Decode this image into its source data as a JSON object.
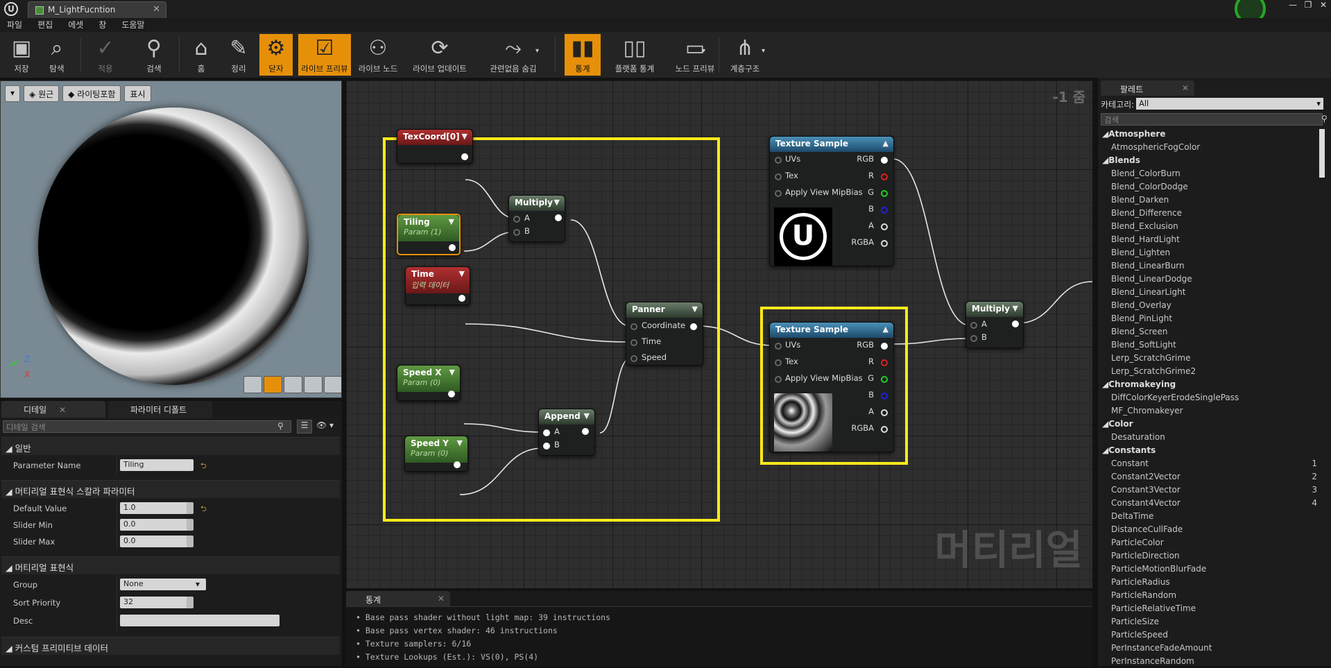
{
  "window": {
    "tab_title": "M_LightFucntion",
    "logo": "U"
  },
  "menu": [
    "파일",
    "편집",
    "에셋",
    "창",
    "도움말"
  ],
  "toolbar": [
    {
      "label": "저장",
      "icon": "save-icon",
      "glyph": "▣"
    },
    {
      "label": "탐색",
      "icon": "browse-icon",
      "glyph": "⌕"
    },
    {
      "label": "적용",
      "icon": "apply-icon",
      "glyph": "✓",
      "disabled": true
    },
    {
      "label": "검색",
      "icon": "search-icon",
      "glyph": "⚲"
    },
    {
      "label": "홈",
      "icon": "home-icon",
      "glyph": "⌂"
    },
    {
      "label": "정리",
      "icon": "clean-icon",
      "glyph": "✎"
    },
    {
      "label": "닫자",
      "icon": "connectors-icon",
      "glyph": "⚙",
      "active": true
    },
    {
      "label": "라이브 프리뷰",
      "icon": "live-preview-icon",
      "glyph": "☑",
      "active": true
    },
    {
      "label": "라이브 노드",
      "icon": "live-nodes-icon",
      "glyph": "⚇"
    },
    {
      "label": "라이브 업데이트",
      "icon": "live-update-icon",
      "glyph": "⟳"
    },
    {
      "label": "관련없음 숨김",
      "icon": "hide-unrelated-icon",
      "glyph": "⤳"
    },
    {
      "label": "통계",
      "icon": "stats-icon",
      "glyph": "▮▮",
      "active": true
    },
    {
      "label": "플랫폼 통계",
      "icon": "platform-stats-icon",
      "glyph": "▯▯"
    },
    {
      "label": "노드 프리뷰",
      "icon": "node-preview-icon",
      "glyph": "▭"
    },
    {
      "label": "계층구조",
      "icon": "hierarchy-icon",
      "glyph": "⋔"
    }
  ],
  "viewport": {
    "buttons": [
      "원근",
      "라이팅포함",
      "표시"
    ],
    "axis_z": "Z",
    "axis_x": "X"
  },
  "details_tabs": [
    "디테일",
    "파라미터 디폴트"
  ],
  "details": {
    "search_placeholder": "디테일 검색",
    "sections": [
      {
        "title": "일반",
        "rows": [
          {
            "label": "Parameter Name",
            "value": "Tiling"
          }
        ]
      },
      {
        "title": "머티리얼 표현식 스칼라 파라미터",
        "rows": [
          {
            "label": "Default Value",
            "value": "1.0"
          },
          {
            "label": "Slider Min",
            "value": "0.0"
          },
          {
            "label": "Slider Max",
            "value": "0.0"
          }
        ]
      },
      {
        "title": "머티리얼 표현식",
        "rows": [
          {
            "label": "Group",
            "value": "None"
          },
          {
            "label": "Sort Priority",
            "value": "32"
          },
          {
            "label": "Desc",
            "value": ""
          }
        ]
      },
      {
        "title": "커스텀 프리미티브 데이터",
        "rows": []
      }
    ]
  },
  "graph": {
    "zoom": "-1 줌",
    "watermark": "머티리얼",
    "nodes": {
      "texcoord": {
        "title": "TexCoord[0]"
      },
      "tiling": {
        "title": "Tiling",
        "sub": "Param (1)"
      },
      "time": {
        "title": "Time",
        "sub": "입력 데이터"
      },
      "speedx": {
        "title": "Speed X",
        "sub": "Param (0)"
      },
      "speedy": {
        "title": "Speed Y",
        "sub": "Param (0)"
      },
      "multiply1": {
        "title": "Multiply",
        "pins": [
          "A",
          "B"
        ]
      },
      "append": {
        "title": "Append",
        "pins": [
          "A",
          "B"
        ]
      },
      "panner": {
        "title": "Panner",
        "pins": [
          "Coordinate",
          "Time",
          "Speed"
        ]
      },
      "tex1": {
        "title": "Texture Sample",
        "in": [
          "UVs",
          "Tex",
          "Apply View MipBias"
        ],
        "out": [
          "RGB",
          "R",
          "G",
          "B",
          "A",
          "RGBA"
        ]
      },
      "tex2": {
        "title": "Texture Sample",
        "in": [
          "UVs",
          "Tex",
          "Apply View MipBias"
        ],
        "out": [
          "RGB",
          "R",
          "G",
          "B",
          "A",
          "RGBA"
        ]
      },
      "multiply2": {
        "title": "Multiply",
        "pins": [
          "A",
          "B"
        ]
      }
    }
  },
  "stats_tab": "통계",
  "stats": [
    "Base pass shader without light map: 39 instructions",
    "Base pass vertex shader: 46 instructions",
    "Texture samplers: 6/16",
    "Texture Lookups (Est.): VS(0), PS(4)"
  ],
  "palette": {
    "tab": "팔레트",
    "category_label": "카테고리:",
    "category_value": "All",
    "search_placeholder": "검색",
    "items": [
      {
        "t": "Atmosphere",
        "cat": true
      },
      {
        "t": "AtmosphericFogColor"
      },
      {
        "t": "Blends",
        "cat": true
      },
      {
        "t": "Blend_ColorBurn"
      },
      {
        "t": "Blend_ColorDodge"
      },
      {
        "t": "Blend_Darken"
      },
      {
        "t": "Blend_Difference"
      },
      {
        "t": "Blend_Exclusion"
      },
      {
        "t": "Blend_HardLight"
      },
      {
        "t": "Blend_Lighten"
      },
      {
        "t": "Blend_LinearBurn"
      },
      {
        "t": "Blend_LinearDodge"
      },
      {
        "t": "Blend_LinearLight"
      },
      {
        "t": "Blend_Overlay"
      },
      {
        "t": "Blend_PinLight"
      },
      {
        "t": "Blend_Screen"
      },
      {
        "t": "Blend_SoftLight"
      },
      {
        "t": "Lerp_ScratchGrime"
      },
      {
        "t": "Lerp_ScratchGrime2"
      },
      {
        "t": "Chromakeying",
        "cat": true
      },
      {
        "t": "DiffColorKeyerErodeSinglePass"
      },
      {
        "t": "MF_Chromakeyer"
      },
      {
        "t": "Color",
        "cat": true
      },
      {
        "t": "Desaturation"
      },
      {
        "t": "Constants",
        "cat": true
      },
      {
        "t": "Constant",
        "k": "1"
      },
      {
        "t": "Constant2Vector",
        "k": "2"
      },
      {
        "t": "Constant3Vector",
        "k": "3"
      },
      {
        "t": "Constant4Vector",
        "k": "4"
      },
      {
        "t": "DeltaTime"
      },
      {
        "t": "DistanceCullFade"
      },
      {
        "t": "ParticleColor"
      },
      {
        "t": "ParticleDirection"
      },
      {
        "t": "ParticleMotionBlurFade"
      },
      {
        "t": "ParticleRadius"
      },
      {
        "t": "ParticleRandom"
      },
      {
        "t": "ParticleRelativeTime"
      },
      {
        "t": "ParticleSize"
      },
      {
        "t": "ParticleSpeed"
      },
      {
        "t": "PerInstanceFadeAmount"
      },
      {
        "t": "PerInstanceRandom"
      }
    ]
  }
}
